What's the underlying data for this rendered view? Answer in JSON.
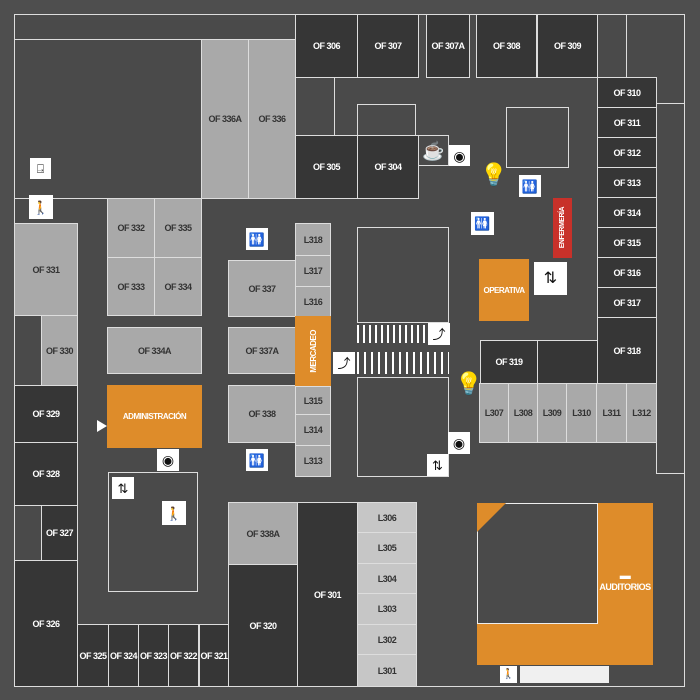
{
  "rooms": {
    "of306": "OF 306",
    "of307": "OF 307",
    "of307a": "OF 307A",
    "of308": "OF 308",
    "of309": "OF 309",
    "of305": "OF 305",
    "of304": "OF 304",
    "of336a": "OF 336A",
    "of336": "OF 336",
    "of310": "OF 310",
    "of311": "OF 311",
    "of312": "OF 312",
    "of313": "OF 313",
    "of314": "OF 314",
    "of315": "OF 315",
    "of316": "OF 316",
    "of317": "OF 317",
    "of318": "OF 318",
    "of319": "OF 319",
    "of331": "OF 331",
    "of330": "OF 330",
    "of332": "OF 332",
    "of335": "OF 335",
    "of333": "OF 333",
    "of334": "OF 334",
    "of334a": "OF 334A",
    "of337": "OF 337",
    "of337a": "OF 337A",
    "of338": "OF 338",
    "of338a": "OF 338A",
    "of329": "OF 329",
    "of328": "OF 328",
    "of327": "OF 327",
    "of326": "OF 326",
    "of325": "OF 325",
    "of324": "OF 324",
    "of323": "OF 323",
    "of322": "OF 322",
    "of321": "OF 321",
    "of320": "OF 320",
    "of301": "OF 301",
    "l318": "L318",
    "l317": "L317",
    "l316": "L316",
    "l315": "L315",
    "l314": "L314",
    "l313": "L313",
    "l306": "L306",
    "l305": "L305",
    "l304": "L304",
    "l303": "L303",
    "l302": "L302",
    "l301": "L301",
    "l307": "L307",
    "l308": "L308",
    "l309": "L309",
    "l310": "L310",
    "l311": "L311",
    "l312": "L312"
  },
  "areas": {
    "administracion": "ADMINISTRACIÓN",
    "mercadeo": "MERCADEO",
    "operativa": "OPERATIVA",
    "enfermeria": "ENFERMERÍA",
    "auditorios": "AUDITORIOS"
  },
  "colors": {
    "orange": "#de8c2a",
    "red": "#c8312a",
    "dark": "#363636",
    "light": "#a9a9a9"
  }
}
